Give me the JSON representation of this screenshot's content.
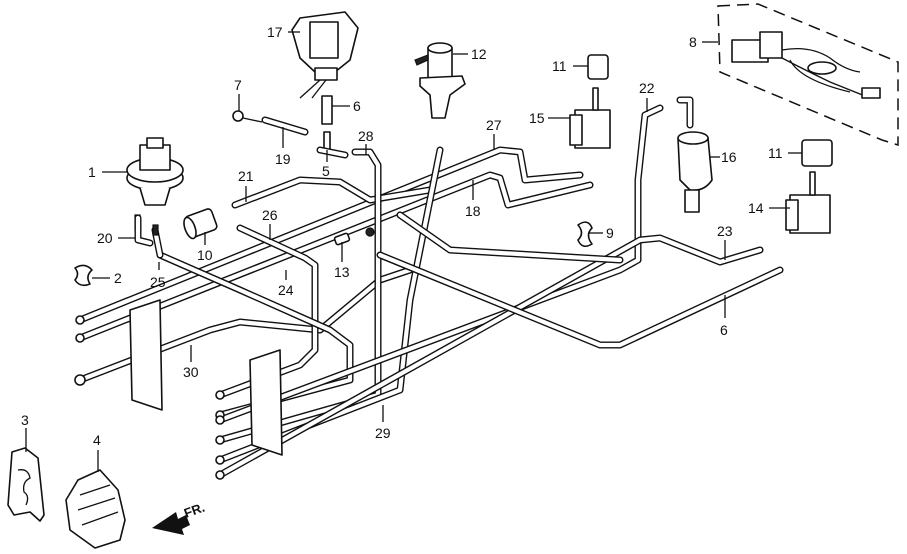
{
  "diagram": {
    "title": "Vacuum hose / tubing assembly — exploded parts view",
    "direction_indicator": "FR.",
    "colors": {
      "line": "#111111",
      "background": "#ffffff"
    },
    "callouts": [
      {
        "id": "c1",
        "label": "1",
        "part": "vacuum-diaphragm-valve"
      },
      {
        "id": "c2",
        "label": "2",
        "part": "tube-clamp"
      },
      {
        "id": "c3",
        "label": "3",
        "part": "tube-holder-a"
      },
      {
        "id": "c4",
        "label": "4",
        "part": "tube-holder-b"
      },
      {
        "id": "c5",
        "label": "5",
        "part": "hose-joint"
      },
      {
        "id": "c6a",
        "label": "6",
        "part": "hose-short"
      },
      {
        "id": "c6b",
        "label": "6",
        "part": "tube-long"
      },
      {
        "id": "c7",
        "label": "7",
        "part": "bolt"
      },
      {
        "id": "c8",
        "label": "8",
        "part": "wire-harness-kit"
      },
      {
        "id": "c9",
        "label": "9",
        "part": "tube-clamp"
      },
      {
        "id": "c10",
        "label": "10",
        "part": "inline-filter"
      },
      {
        "id": "c11a",
        "label": "11",
        "part": "connector-cap"
      },
      {
        "id": "c11b",
        "label": "11",
        "part": "connector-cap"
      },
      {
        "id": "c12",
        "label": "12",
        "part": "solenoid-valve"
      },
      {
        "id": "c13",
        "label": "13",
        "part": "check-valve"
      },
      {
        "id": "c14",
        "label": "14",
        "part": "control-solenoid-b"
      },
      {
        "id": "c15",
        "label": "15",
        "part": "control-solenoid-a"
      },
      {
        "id": "c16",
        "label": "16",
        "part": "charcoal-canister-filter"
      },
      {
        "id": "c17",
        "label": "17",
        "part": "vacuum-control-unit"
      },
      {
        "id": "c18",
        "label": "18",
        "part": "tube"
      },
      {
        "id": "c19",
        "label": "19",
        "part": "hose"
      },
      {
        "id": "c20",
        "label": "20",
        "part": "hose"
      },
      {
        "id": "c21",
        "label": "21",
        "part": "tube"
      },
      {
        "id": "c22",
        "label": "22",
        "part": "hose"
      },
      {
        "id": "c23",
        "label": "23",
        "part": "tube"
      },
      {
        "id": "c24",
        "label": "24",
        "part": "tube"
      },
      {
        "id": "c25",
        "label": "25",
        "part": "hose"
      },
      {
        "id": "c26",
        "label": "26",
        "part": "tube"
      },
      {
        "id": "c27",
        "label": "27",
        "part": "tube"
      },
      {
        "id": "c28",
        "label": "28",
        "part": "tube"
      },
      {
        "id": "c29",
        "label": "29",
        "part": "tube-bundle"
      },
      {
        "id": "c30",
        "label": "30",
        "part": "tube"
      }
    ]
  }
}
